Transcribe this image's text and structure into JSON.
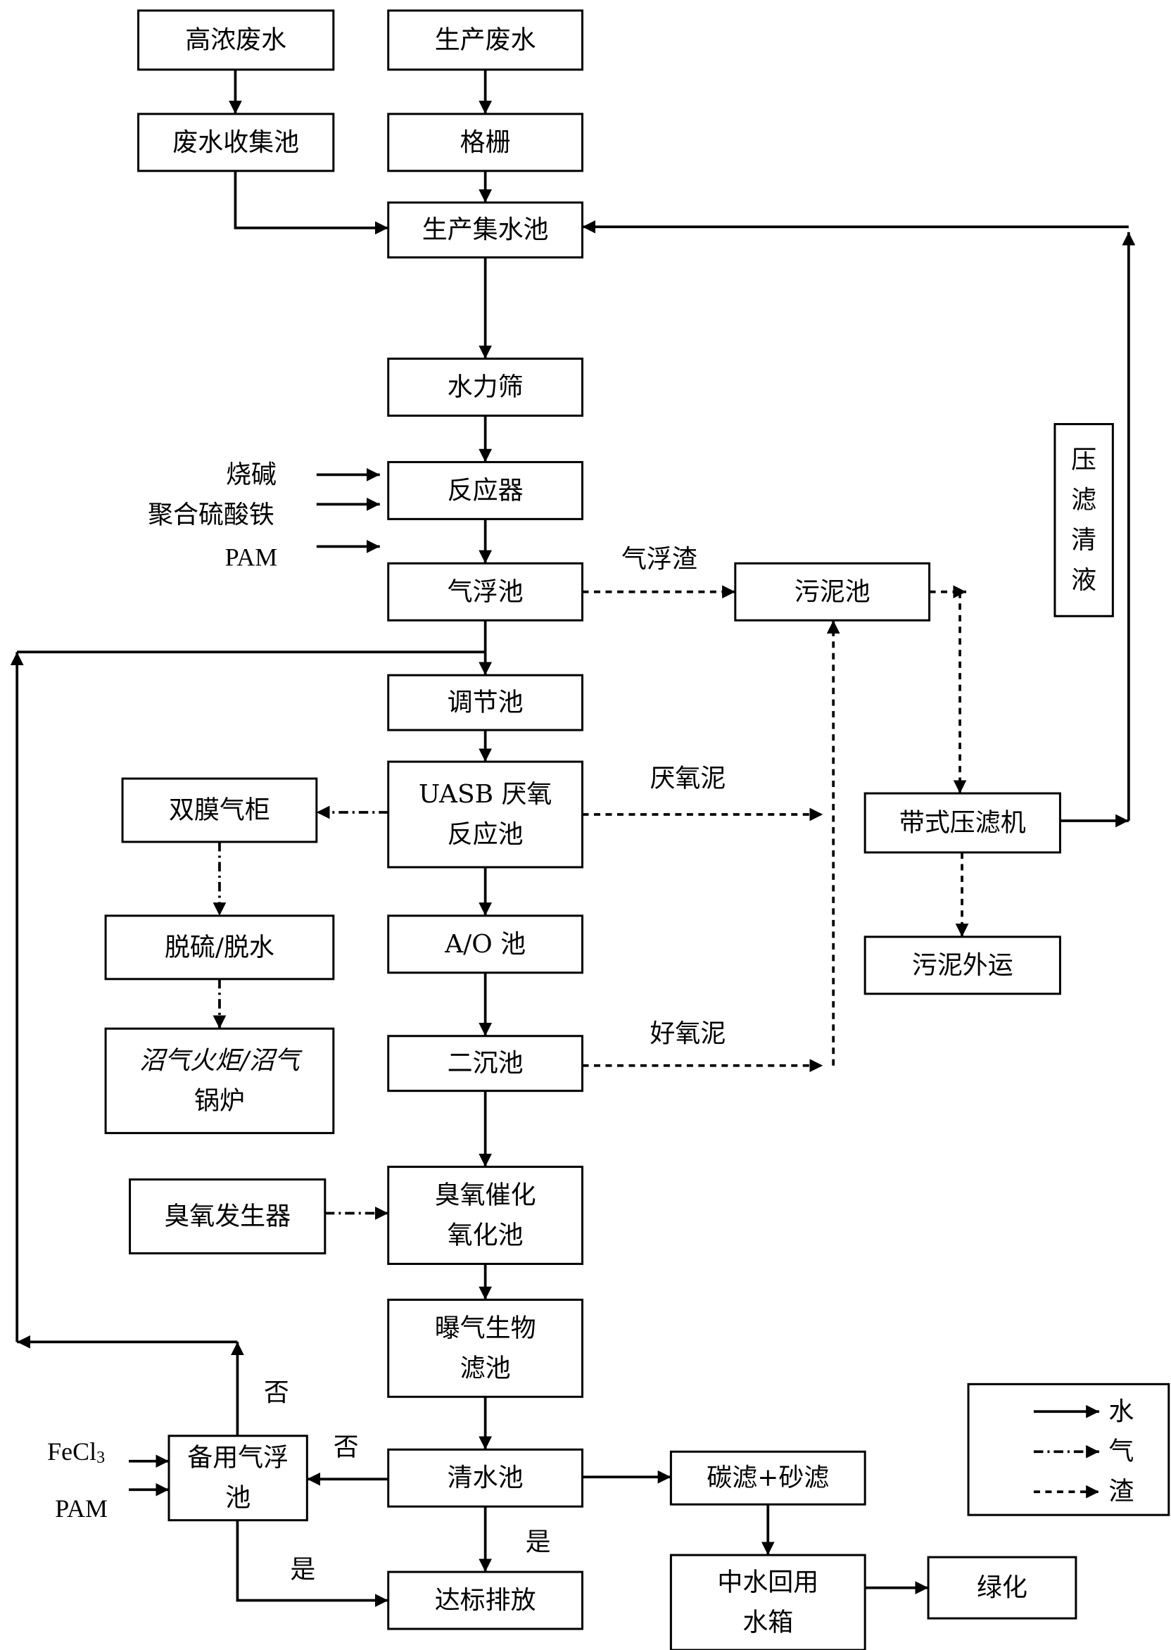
{
  "nodes": {
    "high_conc": "高浓废水",
    "prod_waste": "生产废水",
    "collect": "废水收集池",
    "grille": "格栅",
    "prod_pool": "生产集水池",
    "screen": "水力筛",
    "reactor": "反应器",
    "flotation": "气浮池",
    "sludge_pool": "污泥池",
    "filtrate": [
      "压",
      "滤",
      "清",
      "液"
    ],
    "adjust": "调节池",
    "uasb": [
      "UASB 厌氧",
      "反应池"
    ],
    "gas_holder": "双膜气柜",
    "belt_press": "带式压滤机",
    "desulf": "脱硫/脱水",
    "ao": "A/O 池",
    "sludge_out": "污泥外运",
    "torch": [
      "沼气火炬/沼气",
      "锅炉"
    ],
    "secondary": "二沉池",
    "ozone_gen": "臭氧发生器",
    "ozone_pool": [
      "臭氧催化",
      "氧化池"
    ],
    "baf": [
      "曝气生物",
      "滤池"
    ],
    "backup": [
      "备用气浮",
      "池"
    ],
    "clear": "清水池",
    "carbon": "碳滤+砂滤",
    "discharge": "达标排放",
    "reuse": [
      "中水回用",
      "水箱"
    ],
    "green": "绿化"
  },
  "labels": {
    "caustic": "烧碱",
    "pfs": "聚合硫酸铁",
    "pam1": "PAM",
    "float_scum": "气浮渣",
    "anaerobic_sludge": "厌氧泥",
    "aerobic_sludge": "好氧泥",
    "no1": "否",
    "no2": "否",
    "yes1": "是",
    "yes2": "是",
    "fecl3": "FeCl",
    "fecl3_sub": "3",
    "pam2": "PAM"
  },
  "legend": {
    "water": "水",
    "gas": "气",
    "residue": "渣"
  }
}
